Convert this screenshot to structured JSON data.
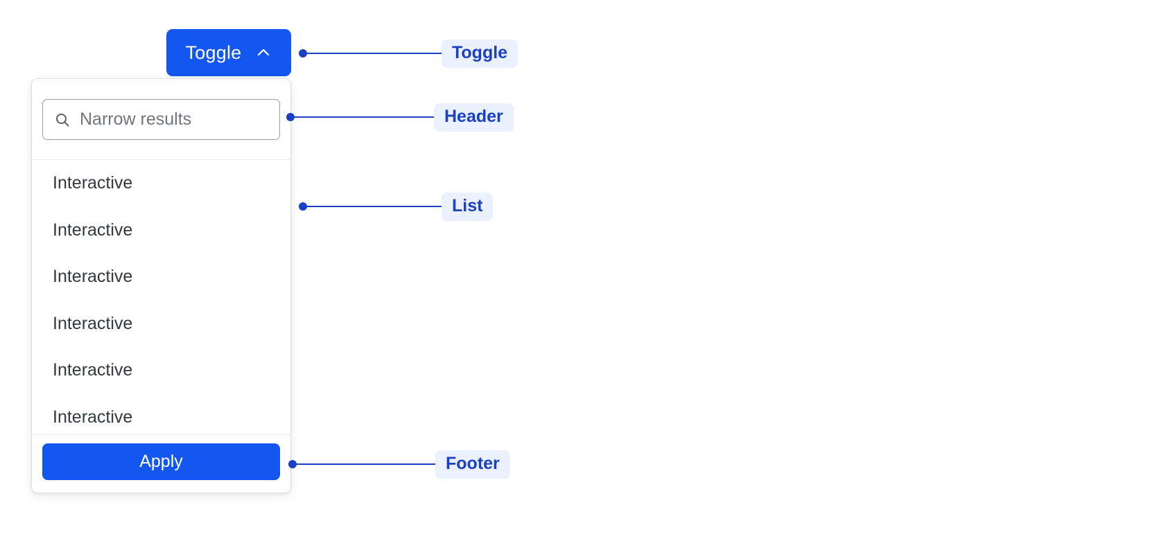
{
  "toggle": {
    "label": "Toggle",
    "icon": "chevron-up-icon",
    "background_color": "#1457f0",
    "text_color": "#ffffff"
  },
  "panel": {
    "header": {
      "search": {
        "icon": "search-icon",
        "placeholder": "Narrow results",
        "value": ""
      }
    },
    "list": {
      "items": [
        {
          "label": "Interactive"
        },
        {
          "label": "Interactive"
        },
        {
          "label": "Interactive"
        },
        {
          "label": "Interactive"
        },
        {
          "label": "Interactive"
        },
        {
          "label": "Interactive"
        }
      ]
    },
    "footer": {
      "apply_label": "Apply",
      "apply_background_color": "#1457f0",
      "apply_text_color": "#ffffff"
    }
  },
  "annotations": [
    {
      "label": "Toggle"
    },
    {
      "label": "Header"
    },
    {
      "label": "List"
    },
    {
      "label": "Footer"
    }
  ],
  "colors": {
    "accent": "#1457f0",
    "annotation_line": "#1a41c4",
    "annotation_badge_bg": "#eaf0fd",
    "annotation_text": "#1a41c4",
    "list_text": "#323941",
    "placeholder_text": "#71767e",
    "panel_border": "#dcdfe4",
    "divider": "#e8eaed",
    "page_background": "#ffffff"
  }
}
